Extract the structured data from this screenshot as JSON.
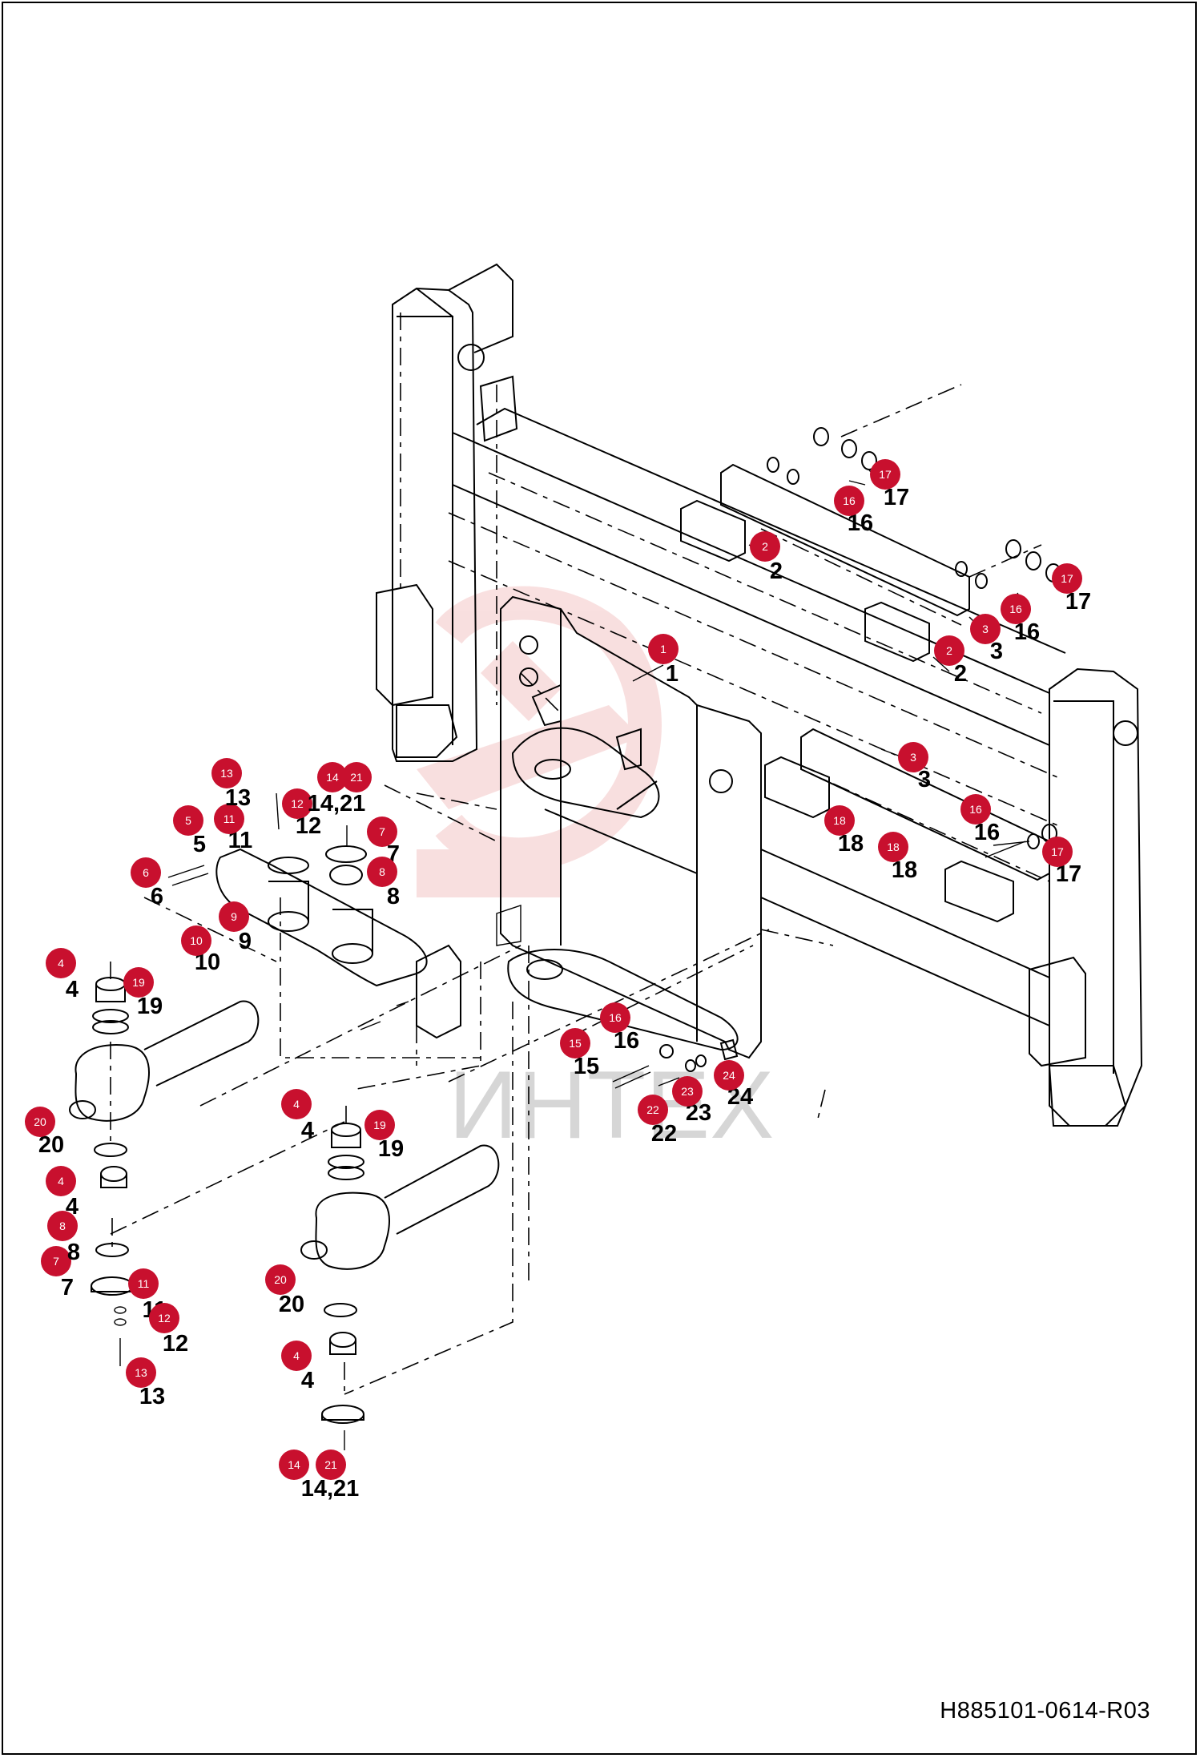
{
  "document": {
    "code": "H885101-0614-R03",
    "watermark_text": "ИНТЕХ"
  },
  "colors": {
    "badge": "#c8102e",
    "watermark_logo": "#f4c6c6",
    "watermark_text": "#d6d6d6",
    "line": "#000000"
  },
  "callouts": [
    {
      "id": "c1",
      "badge": "1",
      "label": "1"
    },
    {
      "id": "c2a",
      "badge": "2",
      "label": "2"
    },
    {
      "id": "c2b",
      "badge": "2",
      "label": "2"
    },
    {
      "id": "c3a",
      "badge": "3",
      "label": "3"
    },
    {
      "id": "c3b",
      "badge": "3",
      "label": "3"
    },
    {
      "id": "c4a",
      "badge": "4",
      "label": "4"
    },
    {
      "id": "c4b",
      "badge": "4",
      "label": "4"
    },
    {
      "id": "c4c",
      "badge": "4",
      "label": "4"
    },
    {
      "id": "c4d",
      "badge": "4",
      "label": "4"
    },
    {
      "id": "c5",
      "badge": "5",
      "label": "5"
    },
    {
      "id": "c6",
      "badge": "6",
      "label": "6"
    },
    {
      "id": "c7a",
      "badge": "7",
      "label": "7"
    },
    {
      "id": "c7b",
      "badge": "7",
      "label": "7"
    },
    {
      "id": "c8a",
      "badge": "8",
      "label": "8"
    },
    {
      "id": "c8b",
      "badge": "8",
      "label": "8"
    },
    {
      "id": "c9",
      "badge": "9",
      "label": "9"
    },
    {
      "id": "c10",
      "badge": "10",
      "label": "10"
    },
    {
      "id": "c11a",
      "badge": "11",
      "label": "11"
    },
    {
      "id": "c11b",
      "badge": "11",
      "label": "11"
    },
    {
      "id": "c12a",
      "badge": "12",
      "label": "12"
    },
    {
      "id": "c12b",
      "badge": "12",
      "label": "12"
    },
    {
      "id": "c13a",
      "badge": "13",
      "label": "13"
    },
    {
      "id": "c13b",
      "badge": "13",
      "label": "13"
    },
    {
      "id": "c1421a",
      "badge": "14",
      "badge2": "21",
      "label": "14,21"
    },
    {
      "id": "c1421b",
      "badge": "14",
      "badge2": "21",
      "label": "14,21"
    },
    {
      "id": "c15",
      "badge": "15",
      "label": "15"
    },
    {
      "id": "c16a",
      "badge": "16",
      "label": "16"
    },
    {
      "id": "c16b",
      "badge": "16",
      "label": "16"
    },
    {
      "id": "c16c",
      "badge": "16",
      "label": "16"
    },
    {
      "id": "c16d",
      "badge": "16",
      "label": "16"
    },
    {
      "id": "c17a",
      "badge": "17",
      "label": "17"
    },
    {
      "id": "c17b",
      "badge": "17",
      "label": "17"
    },
    {
      "id": "c17c",
      "badge": "17",
      "label": "17"
    },
    {
      "id": "c18a",
      "badge": "18",
      "label": "18"
    },
    {
      "id": "c18b",
      "badge": "18",
      "label": "18"
    },
    {
      "id": "c19a",
      "badge": "19",
      "label": "19"
    },
    {
      "id": "c19b",
      "badge": "19",
      "label": "19"
    },
    {
      "id": "c20a",
      "badge": "20",
      "label": "20"
    },
    {
      "id": "c20b",
      "badge": "20",
      "label": "20"
    },
    {
      "id": "c22",
      "badge": "22",
      "label": "22"
    },
    {
      "id": "c23",
      "badge": "23",
      "label": "23"
    },
    {
      "id": "c24",
      "badge": "24",
      "label": "24"
    }
  ]
}
